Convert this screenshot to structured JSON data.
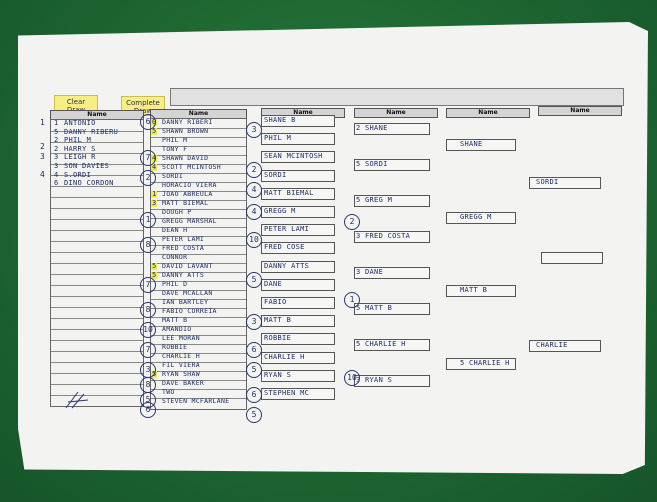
{
  "buttons": {
    "clear": "Clear\nDraw",
    "complete": "Complete\nDraw"
  },
  "column_headers": [
    "Name",
    "Name",
    "Name",
    "Name",
    "Name",
    "Name"
  ],
  "col1": [
    {
      "n": "1",
      "t": "ANTONIO"
    },
    {
      "n": "5",
      "t": "DANNY RIBERU"
    },
    {
      "n": "2",
      "t": "PHIL M"
    },
    {
      "n": "2",
      "t": "HARRY S"
    },
    {
      "n": "3",
      "t": "LEIGH R"
    },
    {
      "n": "3",
      "t": "SON DAVIES"
    },
    {
      "n": "4",
      "t": "S.ORDI"
    },
    {
      "n": "6",
      "t": "DINO CORDON"
    }
  ],
  "col2": [
    {
      "n": "0",
      "t": "DANNY RIBERI"
    },
    {
      "n": "5",
      "t": "SHAWN BROWN"
    },
    {
      "n": "",
      "t": "PHIL M"
    },
    {
      "n": "",
      "t": "TONY F"
    },
    {
      "n": "4",
      "t": "SHAWN DAVID"
    },
    {
      "n": "4",
      "t": "SCOTT MCINTOSH"
    },
    {
      "n": "",
      "t": "SORDI"
    },
    {
      "n": "",
      "t": "HORACIO VIERA"
    },
    {
      "n": "1",
      "t": "JOAO ABREULA"
    },
    {
      "n": "3",
      "t": "MATT BIEMAL"
    },
    {
      "n": "",
      "t": "DOUGH P"
    },
    {
      "n": "",
      "t": "GREGG MARSHAL"
    },
    {
      "n": "",
      "t": "DEAN H"
    },
    {
      "n": "",
      "t": "PETER LAMI"
    },
    {
      "n": "",
      "t": "FRED COSTA"
    },
    {
      "n": "",
      "t": "CONNOR"
    },
    {
      "n": "5",
      "t": "DAVID LAVANT"
    },
    {
      "n": "5",
      "t": "DANNY ATTS"
    },
    {
      "n": "",
      "t": "PHIL D"
    },
    {
      "n": "",
      "t": "DAVE MCALLAN"
    },
    {
      "n": "",
      "t": "IAN BARTLEY"
    },
    {
      "n": "",
      "t": "FABIO CORREIA"
    },
    {
      "n": "",
      "t": "MATT B"
    },
    {
      "n": "",
      "t": "AMANDIO"
    },
    {
      "n": "",
      "t": "LEE MORAN"
    },
    {
      "n": "",
      "t": "ROBBIE"
    },
    {
      "n": "",
      "t": "CHARLIE H"
    },
    {
      "n": "",
      "t": "FIL VIERA"
    },
    {
      "n": "5",
      "t": "RYAN SHAW"
    },
    {
      "n": "",
      "t": "DAVE BAKER"
    },
    {
      "n": "",
      "t": "TWO"
    },
    {
      "n": "",
      "t": "STEVEN MCFARLANE"
    }
  ],
  "col3": [
    {
      "t": "SHANE B"
    },
    {
      "t": "PHIL M"
    },
    {
      "t": "SEAN MCINTOSH"
    },
    {
      "t": "SORDI"
    },
    {
      "t": "MATT BIEMAL"
    },
    {
      "t": "GREGG M"
    },
    {
      "t": "PETER LAMI"
    },
    {
      "t": "FRED COSE"
    },
    {
      "t": "DANNY ATTS"
    },
    {
      "t": "DANE"
    },
    {
      "t": "FABIO"
    },
    {
      "t": "MATT B"
    },
    {
      "t": "ROBBIE"
    },
    {
      "t": "CHARLIE H"
    },
    {
      "t": "RYAN S"
    },
    {
      "t": "STEPHEN MC"
    }
  ],
  "col4": [
    {
      "t": "2 SHANE"
    },
    {
      "t": "5 SORDI"
    },
    {
      "t": "5 GREG M"
    },
    {
      "t": "3 FRED COSTA"
    },
    {
      "t": "3 DANE"
    },
    {
      "t": "5 MATT B"
    },
    {
      "t": "5 CHARLIE H"
    },
    {
      "t": "3 RYAN S"
    }
  ],
  "col5": [
    {
      "t": "SHANE"
    },
    {
      "t": "GREGG M"
    },
    {
      "t": "MATT B"
    },
    {
      "t": "5 CHARLIE H"
    }
  ],
  "col6": [
    {
      "t": "SORDI"
    },
    {
      "t": ""
    },
    {
      "t": "CHARLIE"
    }
  ],
  "circles": [
    "6",
    "3",
    "7",
    "2",
    "2",
    "4",
    "1",
    "4",
    "8",
    "10",
    "7",
    "5",
    "8",
    "3",
    "10",
    "6",
    "7",
    "5",
    "3",
    "2",
    "1",
    "10",
    "8",
    "5",
    "6",
    "5",
    "6"
  ],
  "side_numbers": [
    "1",
    "2",
    "3",
    "4"
  ]
}
